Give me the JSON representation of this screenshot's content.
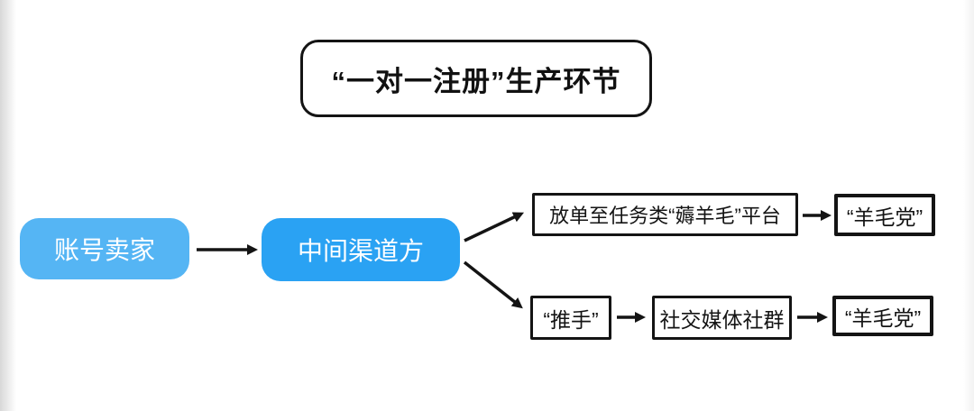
{
  "title": "“一对一注册”生产环节",
  "nodes": {
    "seller": {
      "label": "账号卖家"
    },
    "middleman": {
      "label": "中间渠道方"
    },
    "task_platform": {
      "label": "放单至任务类“薅羊毛”平台"
    },
    "wool_party_top": {
      "label": "“羊毛党”"
    },
    "pusher": {
      "label": "“推手”"
    },
    "social_media": {
      "label": "社交媒体社群"
    },
    "wool_party_bottom": {
      "label": "“羊毛党”"
    }
  },
  "colors": {
    "seller_bg": "#55B5F4",
    "middleman_bg": "#2AA2F3",
    "node_text": "#FFFFFF",
    "outline": "#141414",
    "arrow": "#141414",
    "background": "#FFFFFF"
  }
}
